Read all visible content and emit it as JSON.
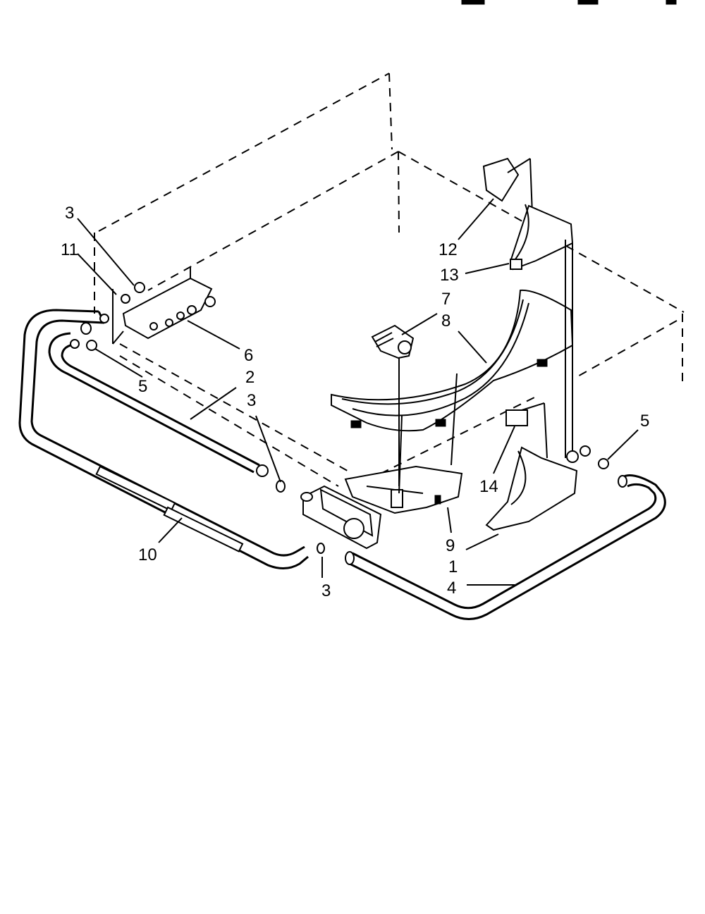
{
  "callouts": {
    "c1": "1",
    "c2": "2",
    "c3a": "3",
    "c3b": "3",
    "c3c": "3",
    "c4": "4",
    "c5a": "5",
    "c5b": "5",
    "c6": "6",
    "c7": "7",
    "c8": "8",
    "c9": "9",
    "c10": "10",
    "c11": "11",
    "c12": "12",
    "c13": "13",
    "c14": "14"
  },
  "colors": {
    "ink": "#000000",
    "paper": "#ffffff"
  }
}
